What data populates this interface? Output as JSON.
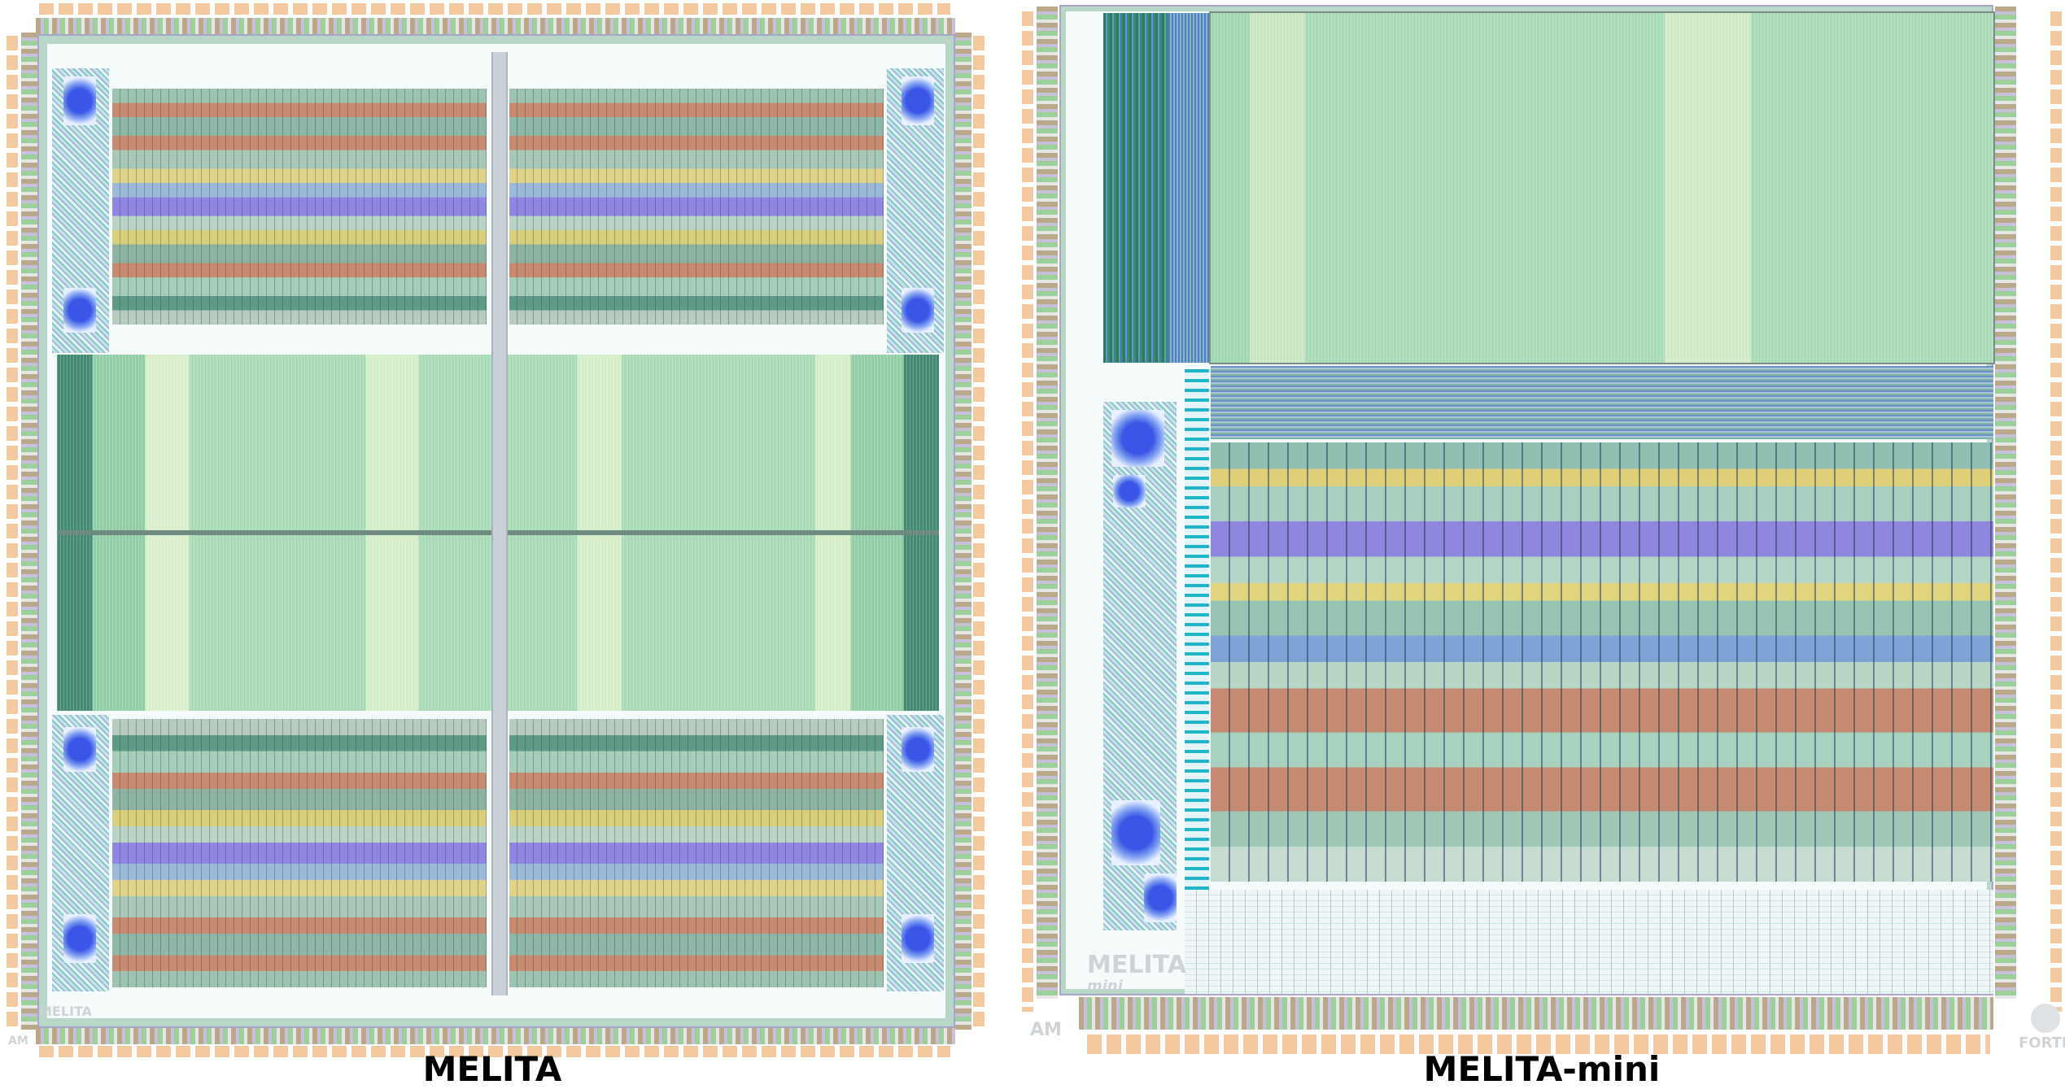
{
  "figure": {
    "left_chip": {
      "label": "MELITA",
      "logo_text": "MELITA",
      "corner_logo": "AM"
    },
    "right_chip": {
      "label": "MELITA-mini",
      "logo_text": "MELITA",
      "logo_subtext": "mini",
      "corner_logo_left": "AM",
      "corner_logo_right": "FORTE"
    }
  },
  "colors": {
    "pad": "#f3c9a0",
    "memory": "#a6dcb5",
    "array_red": "#c48a72",
    "array_purple": "#8f86e0",
    "blue_logic": "#3b55e6"
  }
}
